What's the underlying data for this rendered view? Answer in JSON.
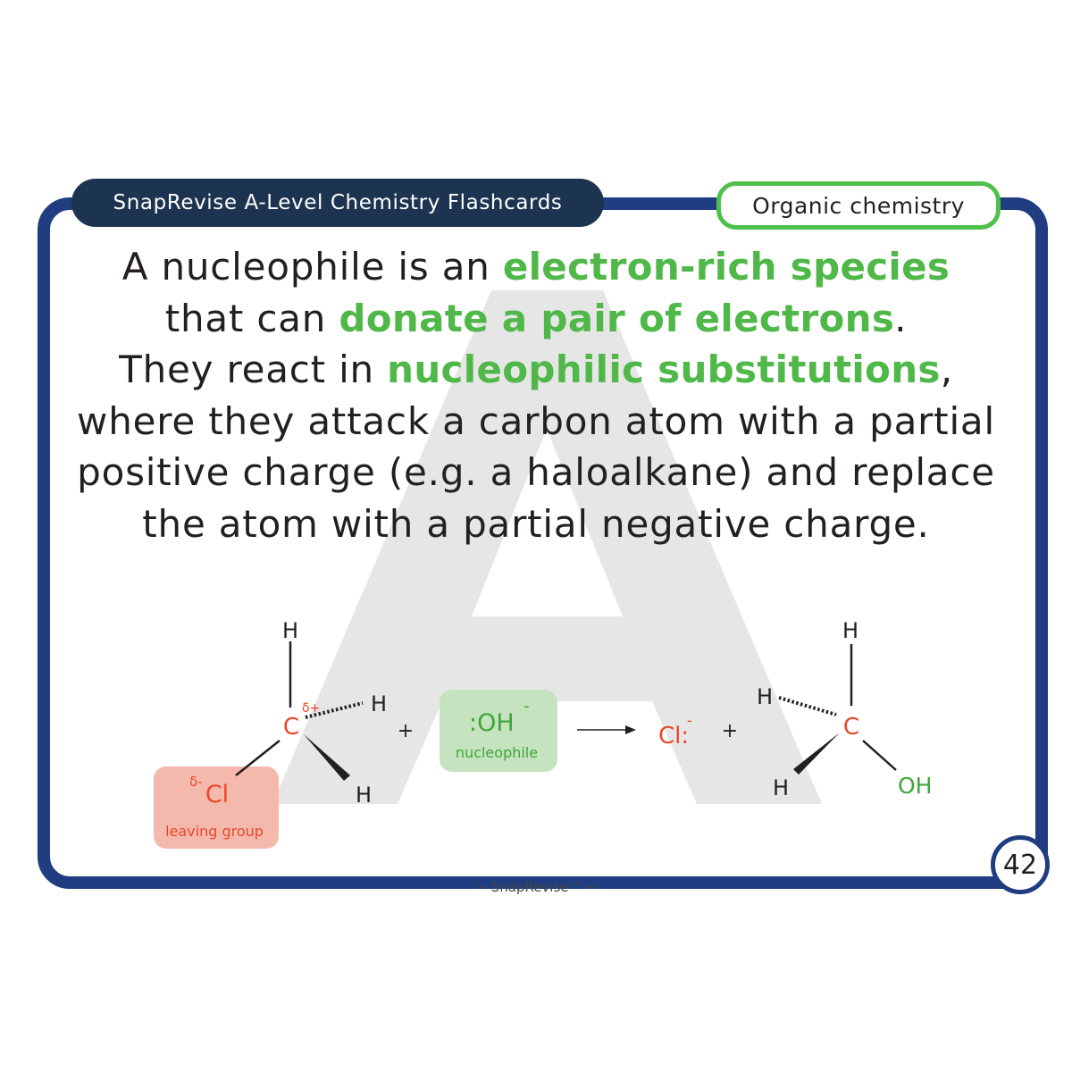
{
  "header": {
    "title": "SnapRevise A-Level Chemistry Flashcards",
    "topic": "Organic chemistry"
  },
  "watermark": {
    "letter": "A"
  },
  "body": {
    "t1": "A nucleophile is an ",
    "h1": "electron-rich species",
    "t2": "that can ",
    "h2": "donate a pair of electrons",
    "t3": ".",
    "t4": "They react in ",
    "h3": "nucleophilic substitutions",
    "t5": ",",
    "t6": "where they attack a carbon atom with a partial positive charge (e.g. a haloalkane) and replace the atom with a partial negative charge."
  },
  "reaction": {
    "h_label": "H",
    "carbon": "C",
    "delta_plus": "δ+",
    "delta_minus": "δ-",
    "chlorine": "Cl",
    "leaving_group_label": "leaving group",
    "plus": "+",
    "nucleophile_formula": ":OH",
    "minus_sign": "-",
    "nucleophile_label": "nucleophile",
    "chloride": "Cl:",
    "product_oh": "OH",
    "colors": {
      "carbon": "#e8472b",
      "chlorine": "#e8472b",
      "nucleophile": "#3fa63a",
      "leaving_box": "#f4b9ac",
      "nucleophile_box": "#c5e3be",
      "highlight": "#4fb848",
      "border": "#1f3d80"
    }
  },
  "page_number": "42",
  "footer": {
    "brand": "~ SnapRevise",
    "registered": "®",
    "tail": "~"
  }
}
